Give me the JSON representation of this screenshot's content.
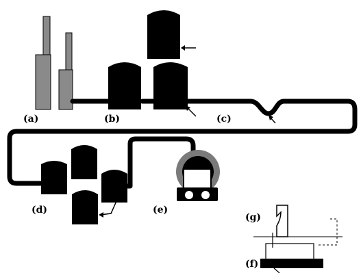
{
  "labels": {
    "a": "(a)",
    "b": "(b)",
    "c": "(c)",
    "d": "(d)",
    "e": "(e)",
    "f": "(f)",
    "g": "(g)"
  },
  "colors": {
    "background": "#ffffff",
    "ink": "#000000",
    "tower_fill": "#8a8a8a",
    "vessel_ring": "#7a7a7a",
    "vessel_window": "#ffffff"
  }
}
